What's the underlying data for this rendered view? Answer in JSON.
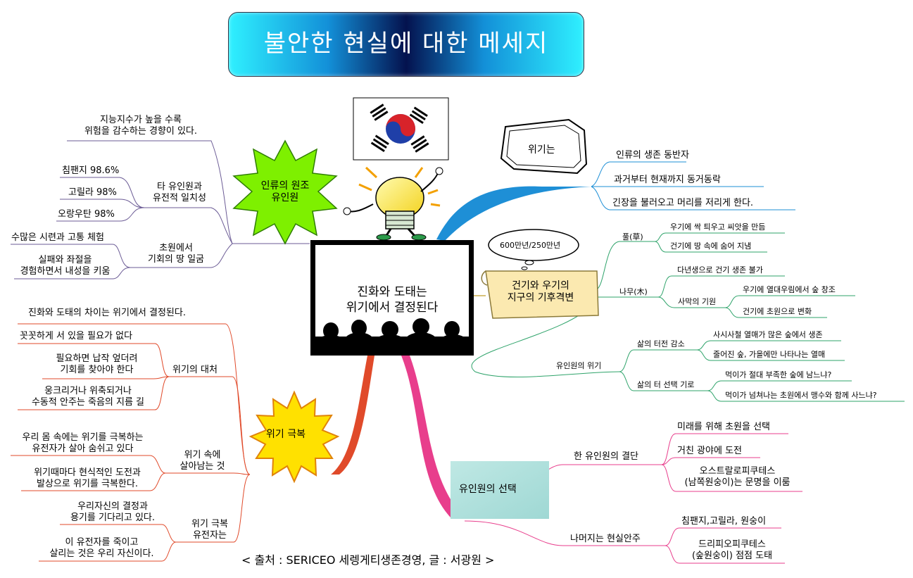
{
  "title": "불안한 현실에 대한 메세지",
  "center": {
    "line1": "진화와 도태는",
    "line2": "위기에서 결정된다"
  },
  "source": "< 출처 : SERICEO 세렝게티생존경영, 글 : 서광원 >",
  "colors": {
    "purple": "#6b5b95",
    "blue": "#1e8fd6",
    "green": "#2ea36a",
    "red": "#e04a2a",
    "pink": "#e83e8c",
    "tan": "#d8c27a"
  },
  "origin": {
    "badge": [
      "인류의 원조",
      "유인원"
    ],
    "iq": [
      "지능지수가 높을 수록",
      "위험을 감수하는 경향이 있다."
    ],
    "gene": {
      "label": [
        "타 유인원과",
        "유전적 일치성"
      ],
      "items": [
        "침팬지 98.6%",
        "고릴라 98%",
        "오랑우탄 98%"
      ]
    },
    "grass": {
      "label": [
        "초원에서",
        "기회의 땅 일굼"
      ],
      "items": [
        "수많은 시련과 고통 체험",
        "실패와 좌절을",
        "경험하면서 내성을 키움"
      ]
    }
  },
  "crisis": {
    "badge": "위기는",
    "items": [
      "인류의 생존 동반자",
      "과거부터 현재까지 동거동락",
      "긴장을 불러오고 머리를 저리게 한다."
    ]
  },
  "climate": {
    "bubble": "600만년/250만년",
    "badge": [
      "건기와 우기의",
      "지구의 기후격변"
    ],
    "grass": {
      "label": "풀(草)",
      "items": [
        "우기에 싹 틔우고 씨앗을 만듬",
        "건기에 땅 속에 숨어 지냄"
      ]
    },
    "tree": {
      "label": "나무(木)",
      "item1": "다년생으로 건기 생존 불가",
      "desert": "사막의 기원",
      "items": [
        "우기에 열대우림에서 숲 창조",
        "건기에 초원으로 변화"
      ]
    },
    "ape": {
      "label": "유인원의 위기",
      "loss": {
        "label": "삶의 터전 감소",
        "items": [
          "사시사철 열매가 많은 숲에서 생존",
          "줄어진 숲, 가을에만 나타나는 열매"
        ]
      },
      "choice": {
        "label": "삶의 터 선택 기로",
        "items": [
          "먹이가 절대 부족한 숲에 남느냐?",
          "먹이가 넘쳐나는 초원에서 맹수와 함께 사느냐?"
        ]
      }
    }
  },
  "overcome": {
    "badge": "위기 극복",
    "diff": "진화와 도태의 차이는 위기에서 결정된다.",
    "response": {
      "label": "위기의 대처",
      "items": [
        [
          "꼿꼿하게 서 있을 필요가 없다"
        ],
        [
          "필요하면 납작 엎더려",
          "기회를 찾아야 한다"
        ],
        [
          "웅크리거나 위축되거나",
          "수동적 안주는 죽음의 지름 길"
        ]
      ]
    },
    "survive": {
      "label": [
        "위기 속에",
        "살아남는 것"
      ],
      "items": [
        [
          "우리 몸 속에는 위기를 극복하는",
          "유전자가 살아 숨쉬고 있다"
        ],
        [
          "위기때마다 현식적인 도전과",
          "발상으로 위기를 극복한다."
        ]
      ]
    },
    "gene": {
      "label": [
        "위기 극복",
        "유전자는"
      ],
      "items": [
        [
          "우리자신의 결정과",
          "용기를 기다리고 있다."
        ],
        [
          "이 유전자를 죽이고",
          "살리는 것은 우리 자신이다."
        ]
      ]
    }
  },
  "selection": {
    "badge": "유인원의 선택",
    "decision": {
      "label": "한 유인원의 결단",
      "items": [
        [
          "미래를 위해 초원을 선택"
        ],
        [
          "거친 광야에 도전"
        ],
        [
          "오스트랄로피쿠테스",
          "(남쪽원숭이)는 문명을 이룸"
        ]
      ]
    },
    "rest": {
      "label": "나머지는 현실안주",
      "items": [
        [
          "침팬지,고릴라, 원숭이"
        ],
        [
          "드리피오피쿠테스",
          "(숲원숭이) 점점 도태"
        ]
      ]
    }
  }
}
